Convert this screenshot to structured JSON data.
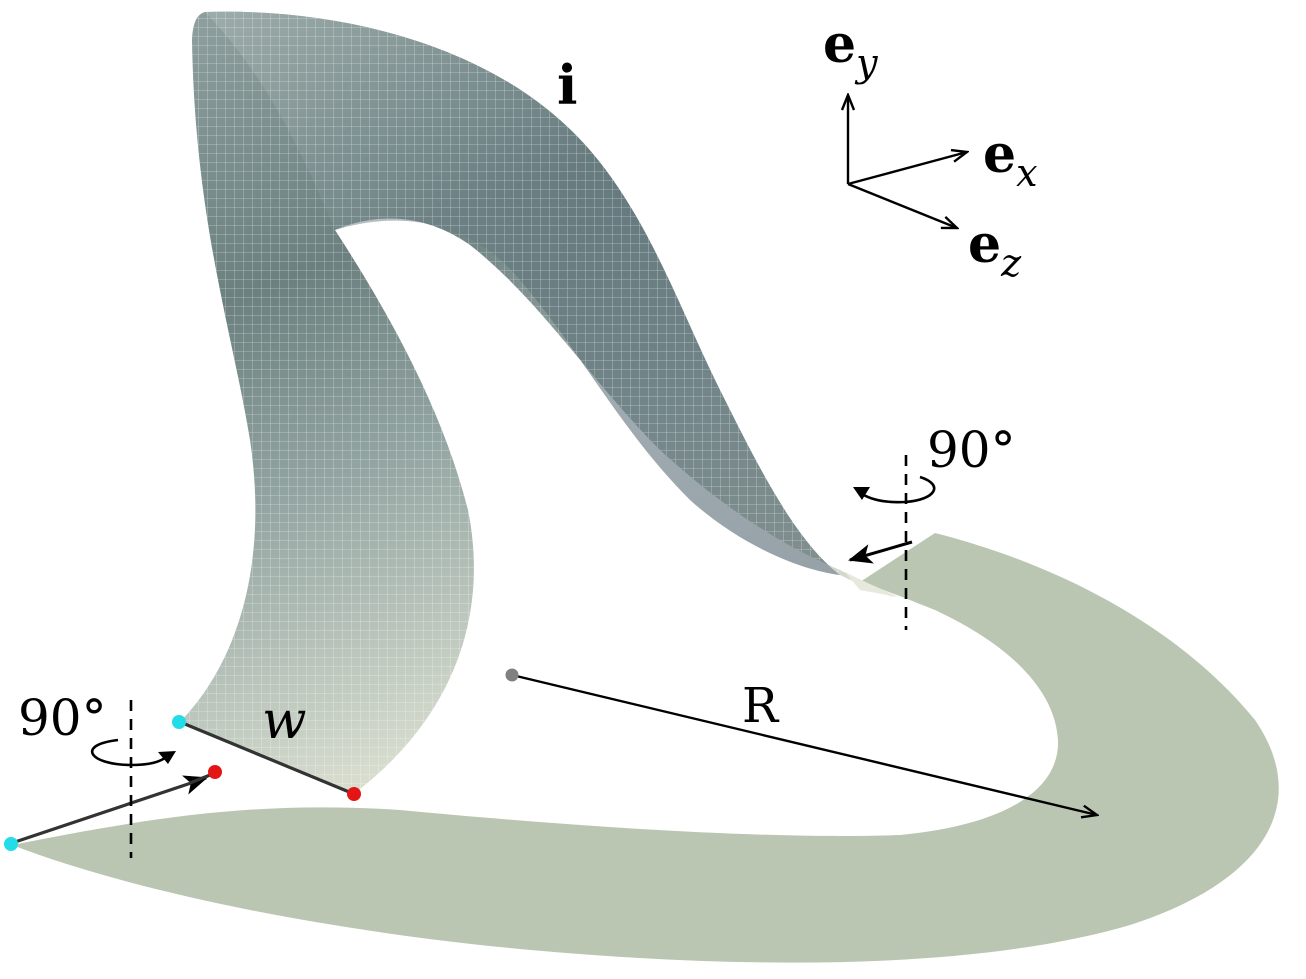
{
  "labels": {
    "strip_label": "i",
    "width_label": "w",
    "radius_label": "R",
    "angle_right": "90°",
    "angle_left": "90°"
  },
  "axes": {
    "y": {
      "base": "e",
      "sub": "y"
    },
    "x": {
      "base": "e",
      "sub": "x"
    },
    "z": {
      "base": "e",
      "sub": "z"
    }
  },
  "colors": {
    "ring": "#bac6b2",
    "strip_top": "#93a6a4",
    "strip_dark": "#4f6670",
    "strip_bottom": "#dfe3d3",
    "cyan_point": "#22dde8",
    "red_point": "#e61515",
    "center_point": "#808080",
    "line": "#000000",
    "edge": "#333333"
  }
}
